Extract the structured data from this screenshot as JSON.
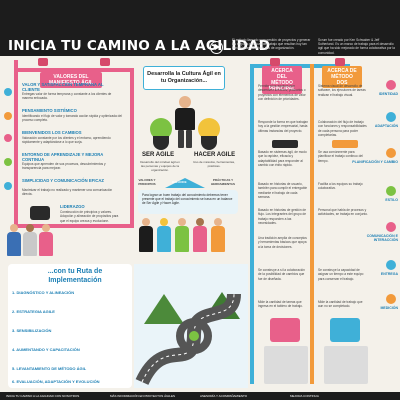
{
  "header": {
    "title": "INICIA TU CAMINO A LA AGILIDAD",
    "blurb": "El método llamado para gestión de proyectos y generar las mejores prácticas de trabajo que resultan hoy tan beneficiosas para todo tipo de organización.",
    "blurb2": "Scrum fue creado por Ken Schwaber & Jeff Sutherland. Es un marco de trabajo para el desarrollo ágil que ha sido mejorado de forma colaborativa por la comunidad."
  },
  "left_top": {
    "tag": "VALORES DEL MANIFIESTO ÁGIL",
    "blocks": [
      {
        "title": "VALOR Y SATISFACCIÓN TEMPRANA AL CLIENTE",
        "text": "Entregas valor de forma temprana y constante a los clientes de manera enfocada."
      },
      {
        "title": "PENSAMIENTO SISTÉMICO",
        "text": "Identificando el flujo de valor y tomando acción rápida y optimizada del proceso completo."
      },
      {
        "title": "BIENVENIDOS LOS CAMBIOS",
        "text": "Valoración constante por los clientes y el entorno, aprendiendo rápidamente y adaptándose a lo que surja."
      },
      {
        "title": "ENTORNO DE APRENDIZAJE Y MEJORA CONTINUA",
        "text": "Equipos que aprenden de sus procesos, descubrimientos y transparencia para mejorar."
      },
      {
        "title": "SIMPLICIDAD Y COMUNICACIÓN EFICAZ",
        "text": "Maximizar el trabajo no realizado y mantener una comunicación directa."
      },
      {
        "title": "LIDERAZGO",
        "text": "Construcción de principios y valores. Adopción y alineación de propósitos para que el equipo crezca y evolucione."
      }
    ]
  },
  "center": {
    "banner": "Desarrolla la Cultura Ágil en tu Organización...",
    "ser_agil": "SER AGILE",
    "ser_agil_sub": "Desarrollo del mindset ágil en las personas y equipos de la organización.",
    "hacer_agil": "HACER AGILE",
    "hacer_agil_sub": "Uso de métodos, herramientas, prácticas.",
    "balance_label": "BALANCE",
    "valores_label": "VALORES Y PRINCIPIOS",
    "practicas_label": "PRÁCTICAS Y HERRAMIENTAS",
    "quote": "Para lograr un buen trabajo del conocimiento debemos tener presente que el trabajo del conocimiento se basa en un balance de Ser Agile y Hacer Agile."
  },
  "ruta": {
    "title_line1": "...con tu Ruta de",
    "title_line2": "Implementación",
    "steps": [
      "1. DIAGNÓSTICO Y ALINEACIÓN",
      "2. ESTRATEGIA AGILE",
      "3. SENSIBILIZACIÓN",
      "4. AUMENTANDO Y CAPACITACIÓN",
      "5. LEVANTAMIENTO DE MÉTODO ÁGIL",
      "6. EVALUACIÓN, ADAPTACIÓN Y EVOLUCIÓN"
    ]
  },
  "col3": {
    "tag": "ACERCA DEL MÉTODO PRINCIPAL",
    "texts": [
      "Permite a los equipos que desarrollen servicios, productos o proyectos con elementos de valor con definición de prioridades.",
      "Responde la forma en que trabajan hoy a la gestión empresarial, hasta últimas instancias del proyecto.",
      "Basado en sistemas ágil, de modo que la rapidez, eficacia y adaptabilidad para responder al cambio con éxito rápido.",
      "Basado en historias de usuario, también para cumplir el entregable mediante el trabajo de cada semana.",
      "Basado en historias de gestión de flujo. Los integrantes del grupo de trabajo responden a las necesidades.",
      "Una tradición amplia de conceptos y herramientas básicos que apoya a la toma de decisiones.",
      "Se construye a sí la colaboración de la posibilidad de cambios que fue de diseñada.",
      "Mide la cantidad de tareas que ingresa en el tablero de trabajo."
    ]
  },
  "col4": {
    "tag": "ACERCA DE MÉTODO DOS",
    "texts": [
      "Sistema visual de desarrollo de software, los ejecutores de tareas realizan el trabajo visual.",
      "Colaboración del flujo de trabajo con funciones y responsabilidades de cada persona para poder completarlas.",
      "Se usa comúnmente para planificar el trabajo continuo del tiempo.",
      "Facilita a los equipos su trabajo colaborativo.",
      "Personal que habla de procesos y actividades, se trabaja en conjunto.",
      "Se construye la capacidad de asignar un tiempo a este equipo para conservar el trabajo.",
      "Mide la cantidad de trabajo que aun no se completado."
    ]
  },
  "right_labels": [
    "IDENTIDAD",
    "ADAPTACIÓN",
    "PLANIFICACIÓN Y CAMBIO",
    "ESTILO",
    "COMUNICACIÓN E INTERACCIÓN",
    "ENTREGA",
    "MEDICIÓN"
  ],
  "footer": [
    "INICIA TU CAMINO A LA AGILIDAD CON NOSOTROS",
    "MÁS INFORMACIÓN EN PROYECTOS ÁGILES",
    "ASESORÍA Y ACOMPAÑAMIENTO",
    "MEJORA CONTINUA"
  ],
  "colors": {
    "pink": "#e8608a",
    "blue": "#3fb0d8",
    "orange": "#f29a3b",
    "dark": "#1c1c1c",
    "green": "#7cc242"
  }
}
